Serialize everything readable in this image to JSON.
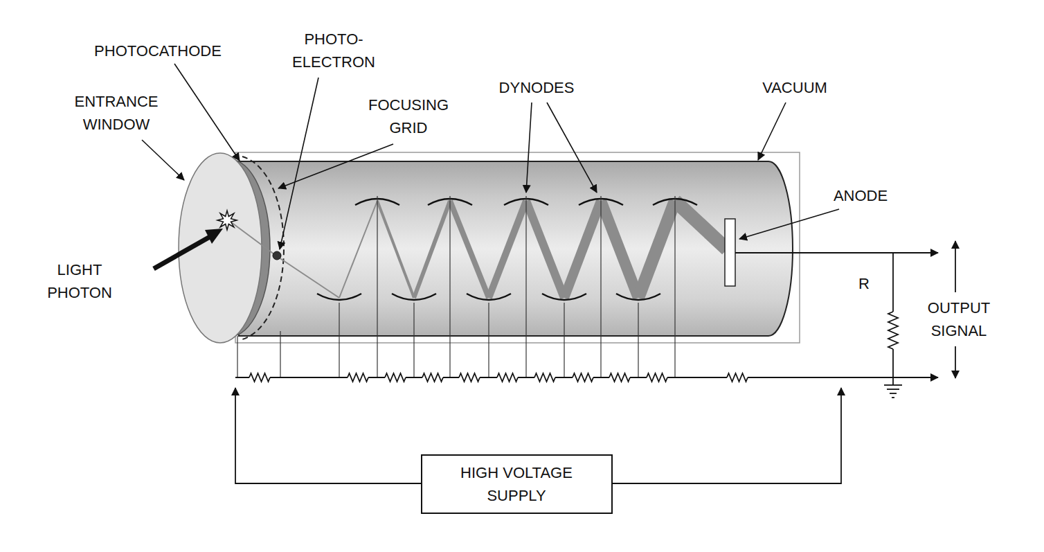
{
  "diagram": {
    "nodes": [
      {
        "text": [
          "HIGH VOLTAGE SUPPLY"
        ]
      }
    ],
    "labels": [
      "PHOTOCATHODE",
      "PHOTO- ELECTRON",
      "ENTRANCE WINDOW",
      "FOCUSING GRID",
      "DYNODES",
      "VACUUM",
      "ANODE",
      "LIGHT PHOTON",
      "R",
      "OUTPUT SIGNAL"
    ]
  }
}
